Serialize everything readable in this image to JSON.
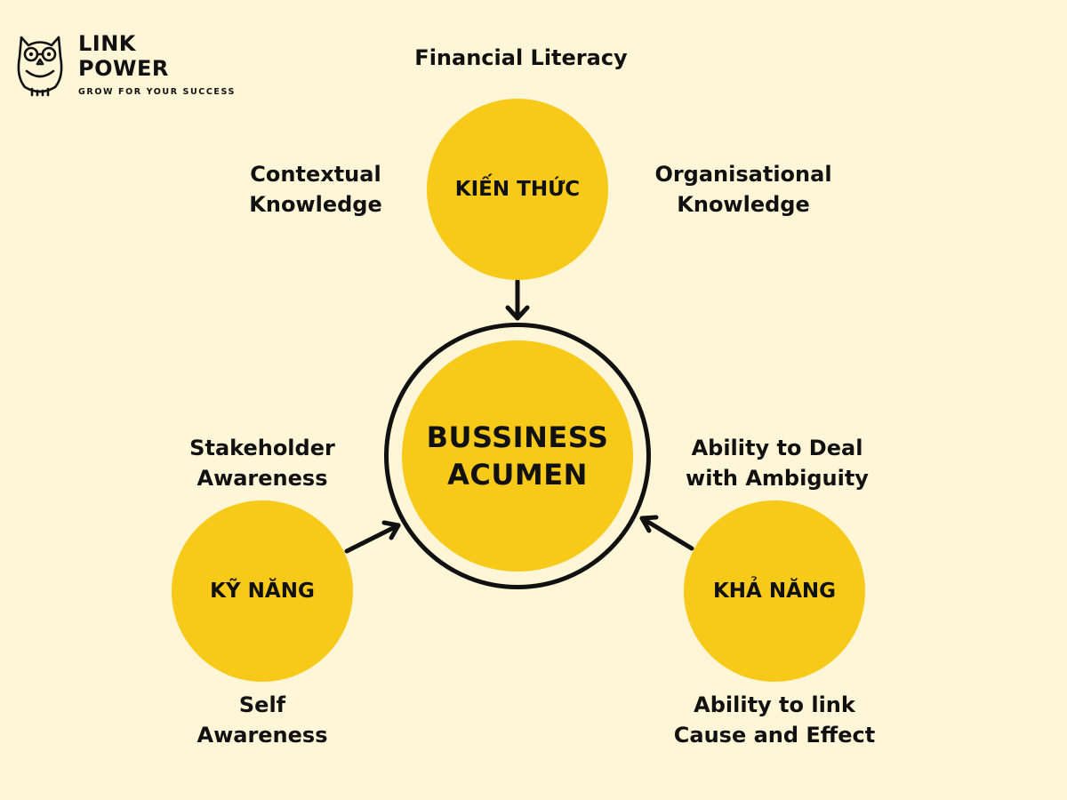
{
  "brand": {
    "name_line1": "LINK",
    "name_line2": "POWER",
    "tagline": "GROW FOR YOUR SUCCESS",
    "logo_icon": "owl-icon"
  },
  "colors": {
    "background": "#fef6d6",
    "circle_fill": "#f7c919",
    "ink": "#111111"
  },
  "center": {
    "title": "BUSSINESS\nACUMEN"
  },
  "nodes": {
    "knowledge": {
      "label": "KIẾN THỨC",
      "items": {
        "top": "Financial Literacy",
        "left": "Contextual\nKnowledge",
        "right": "Organisational\nKnowledge"
      }
    },
    "skills": {
      "label": "KỸ NĂNG",
      "items": {
        "top": "Stakeholder\nAwareness",
        "bottom": "Self\nAwareness"
      }
    },
    "ability": {
      "label": "KHẢ NĂNG",
      "items": {
        "top": "Ability to Deal\nwith Ambiguity",
        "bottom": "Ability to link\nCause and Effect"
      }
    }
  }
}
